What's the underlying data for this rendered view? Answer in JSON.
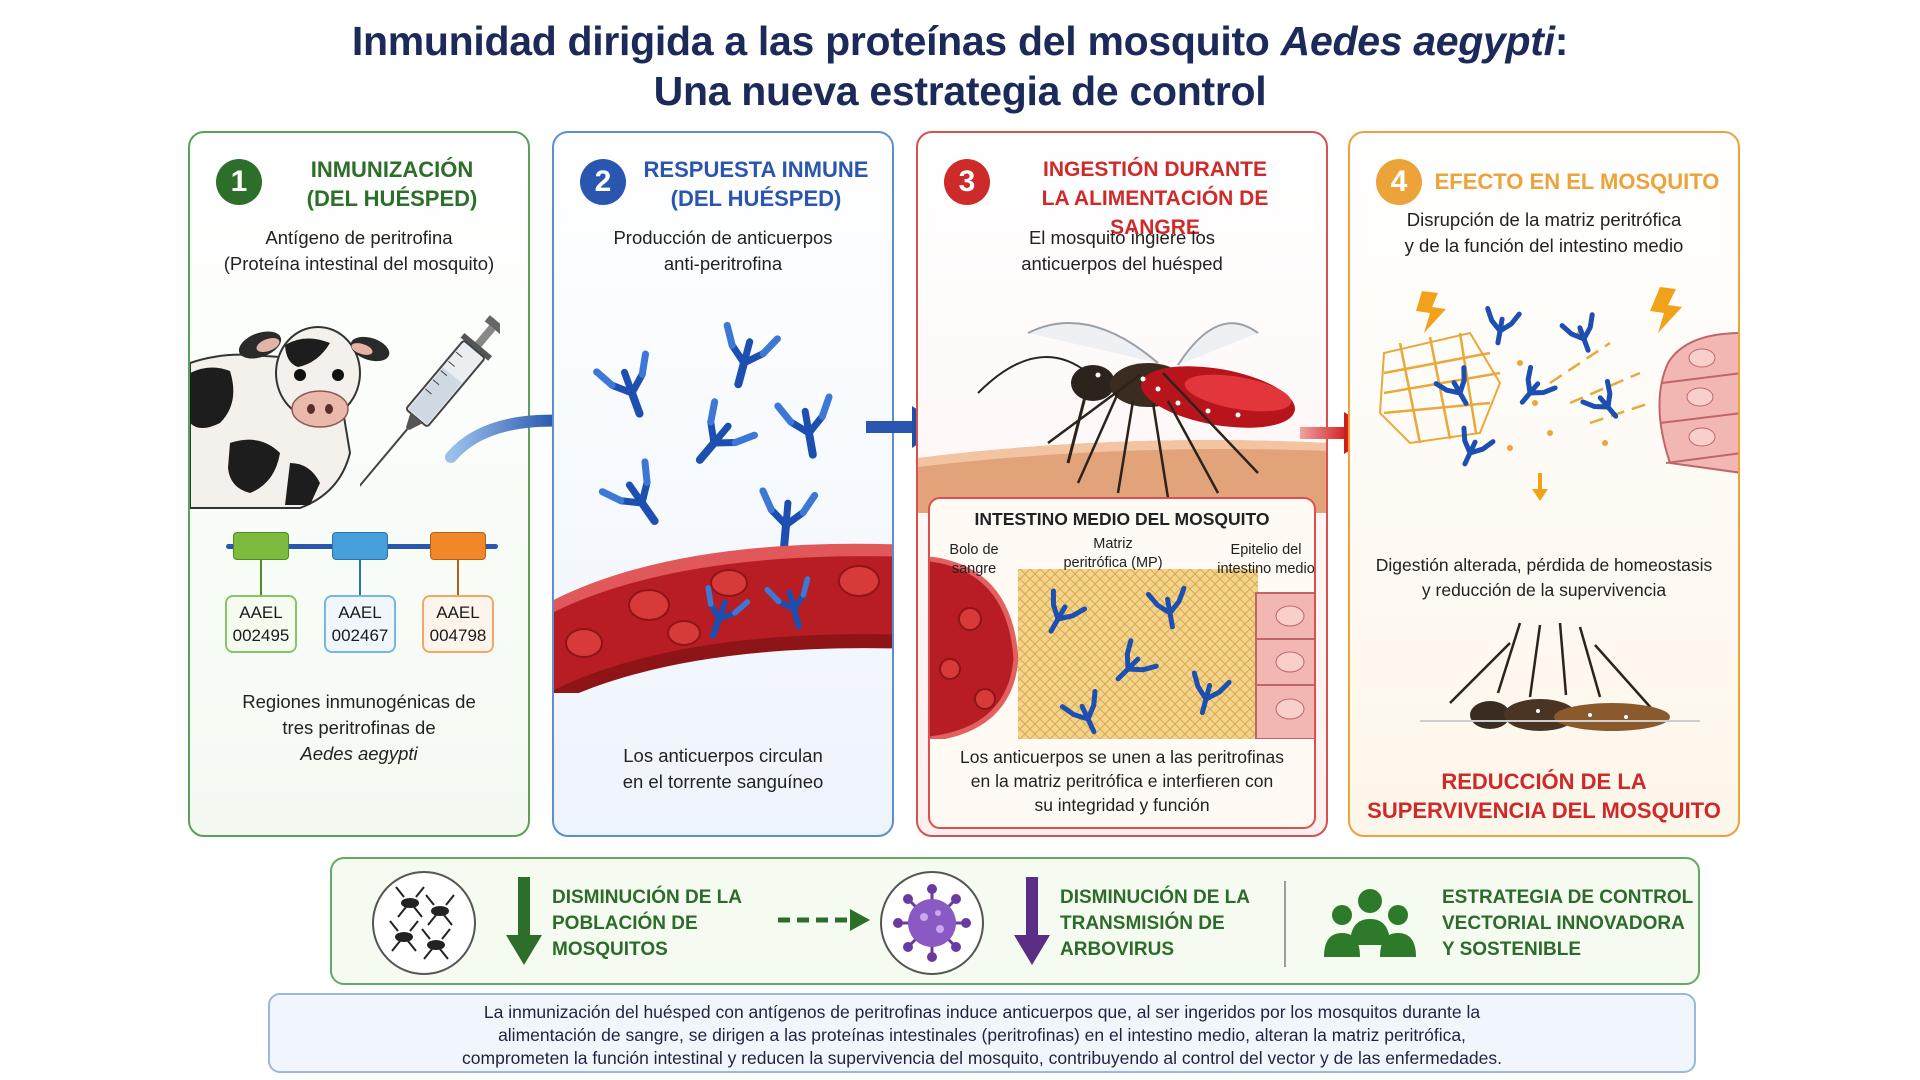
{
  "title": {
    "line1_prefix": "Inmunidad dirigida a las proteínas del mosquito ",
    "line1_italic": "Aedes aegypti",
    "line1_suffix": ":",
    "line2": "Una nueva estrategia de control"
  },
  "colors": {
    "navy": "#1c2a5a",
    "green": "#2c6e2a",
    "blue": "#2a56b0",
    "red": "#cf2a2a",
    "orange": "#eca33a"
  },
  "panels": [
    {
      "number": "1",
      "title_line1": "INMUNIZACIÓN",
      "title_line2": "(DEL HUÉSPED)",
      "subtitle_line1": "Antígeno de peritrofina",
      "subtitle_line2": "(Proteína intestinal del mosquito)",
      "genes": [
        {
          "line1": "AAEL",
          "line2": "002495",
          "color": "#7dbb3f"
        },
        {
          "line1": "AAEL",
          "line2": "002467",
          "color": "#46a0dc"
        },
        {
          "line1": "AAEL",
          "line2": "004798",
          "color": "#f0882a"
        }
      ],
      "caption_line1": "Regiones inmunogénicas de",
      "caption_line2": "tres peritrofinas de",
      "caption_line3": "Aedes aegypti",
      "icons": [
        "cow-icon",
        "syringe-icon"
      ]
    },
    {
      "number": "2",
      "title_line1": "RESPUESTA INMUNE",
      "title_line2": "(DEL HUÉSPED)",
      "subtitle_line1": "Producción de anticuerpos",
      "subtitle_line2": "anti-peritrofina",
      "caption_line1": "Los anticuerpos circulan",
      "caption_line2": "en el torrente sanguíneo",
      "icons": [
        "antibody-icon",
        "blood-vessel-icon"
      ]
    },
    {
      "number": "3",
      "title_line1": "INGESTIÓN DURANTE",
      "title_line2": "LA ALIMENTACIÓN DE SANGRE",
      "subtitle_line1": "El mosquito ingiere los",
      "subtitle_line2": "anticuerpos del huésped",
      "inset": {
        "title": "INTESTINO MEDIO DEL MOSQUITO",
        "label_bolus_1": "Bolo de",
        "label_bolus_2": "sangre",
        "label_matrix_1": "Matriz",
        "label_matrix_2": "peritrófica (MP)",
        "label_epithelium_1": "Epitelio del",
        "label_epithelium_2": "intestino medio"
      },
      "caption_line1": "Los anticuerpos se unen a las peritrofinas",
      "caption_line2": "en la matriz peritrófica e interfieren con",
      "caption_line3": "su integridad y función",
      "icons": [
        "mosquito-icon"
      ]
    },
    {
      "number": "4",
      "title_line1": "EFECTO EN EL MOSQUITO",
      "subtitle_line1": "Disrupción de la matriz peritrófica",
      "subtitle_line2": "y de la función del intestino medio",
      "middle_line1": "Digestión alterada, pérdida de homeostasis",
      "middle_line2": "y reducción de la supervivencia",
      "result_line1": "REDUCCIÓN DE LA",
      "result_line2": "SUPERVIVENCIA DEL MOSQUITO",
      "icons": [
        "lightning-icon",
        "dead-mosquito-icon"
      ]
    }
  ],
  "outcomes": [
    {
      "line1": "DISMINUCIÓN DE LA",
      "line2": "POBLACIÓN DE",
      "line3": "MOSQUITOS",
      "icon": "mosquito-population-icon"
    },
    {
      "line1": "DISMINUCIÓN DE LA",
      "line2": "TRANSMISIÓN DE",
      "line3": "ARBOVIRUS",
      "icon": "virus-icon"
    },
    {
      "line1": "ESTRATEGIA DE CONTROL",
      "line2": "VECTORIAL INNOVADORA",
      "line3": "Y SOSTENIBLE",
      "icon": "people-group-icon"
    }
  ],
  "summary": {
    "line1": "La inmunización del huésped con antígenos de peritrofinas induce anticuerpos que, al ser ingeridos por los mosquitos durante la",
    "line2": "alimentación de sangre, se dirigen a las proteínas intestinales (peritrofinas) en el intestino medio, alteran la matriz peritrófica,",
    "line3": "comprometen la función intestinal y reducen la supervivencia del mosquito, contribuyendo al control del vector y de las enfermedades."
  }
}
